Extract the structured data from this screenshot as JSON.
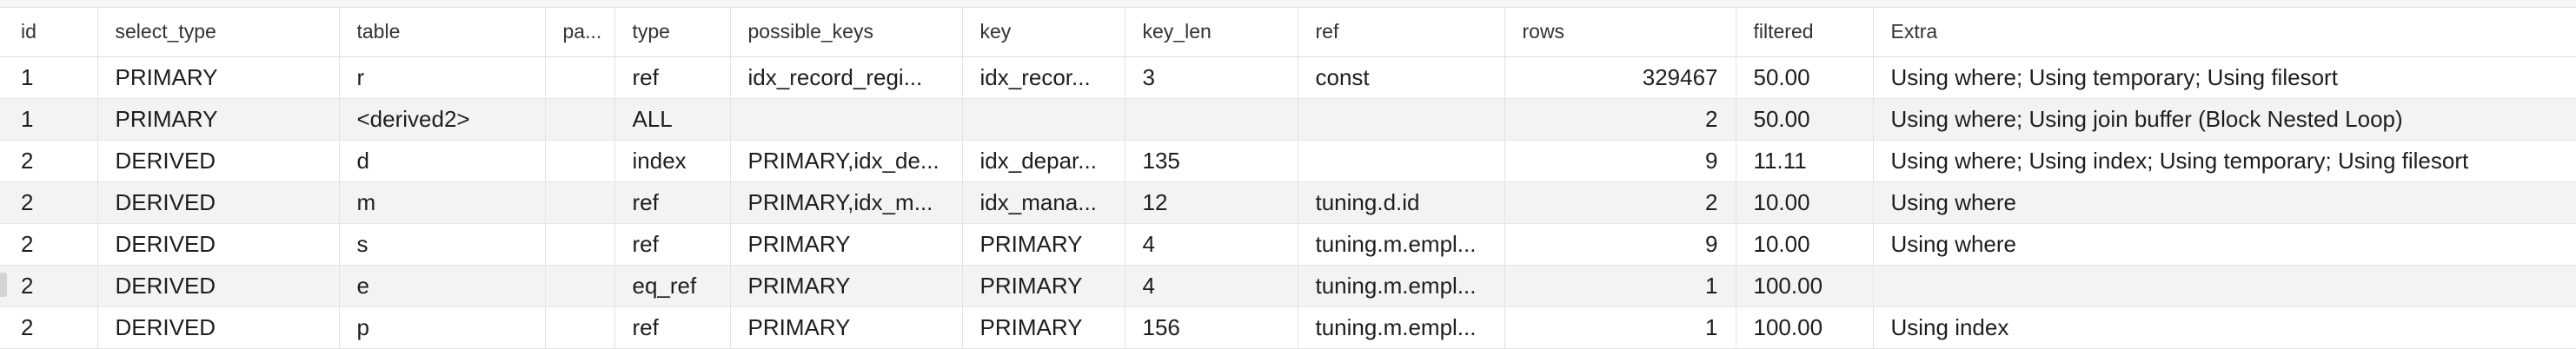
{
  "columns": [
    "id",
    "select_type",
    "table",
    "pa...",
    "type",
    "possible_keys",
    "key",
    "key_len",
    "ref",
    "rows",
    "filtered",
    "Extra"
  ],
  "rows": [
    [
      "1",
      "PRIMARY",
      "r",
      "",
      "ref",
      "idx_record_regi...",
      "idx_recor...",
      "3",
      "const",
      "329467",
      "50.00",
      "Using where; Using temporary; Using filesort"
    ],
    [
      "1",
      "PRIMARY",
      "<derived2>",
      "",
      "ALL",
      "",
      "",
      "",
      "",
      "2",
      "50.00",
      "Using where; Using join buffer (Block Nested Loop)"
    ],
    [
      "2",
      "DERIVED",
      "d",
      "",
      "index",
      "PRIMARY,idx_de...",
      "idx_depar...",
      "135",
      "",
      "9",
      "11.11",
      "Using where; Using index; Using temporary; Using filesort"
    ],
    [
      "2",
      "DERIVED",
      "m",
      "",
      "ref",
      "PRIMARY,idx_m...",
      "idx_mana...",
      "12",
      "tuning.d.id",
      "2",
      "10.00",
      "Using where"
    ],
    [
      "2",
      "DERIVED",
      "s",
      "",
      "ref",
      "PRIMARY",
      "PRIMARY",
      "4",
      "tuning.m.empl...",
      "9",
      "10.00",
      "Using where"
    ],
    [
      "2",
      "DERIVED",
      "e",
      "",
      "eq_ref",
      "PRIMARY",
      "PRIMARY",
      "4",
      "tuning.m.empl...",
      "1",
      "100.00",
      ""
    ],
    [
      "2",
      "DERIVED",
      "p",
      "",
      "ref",
      "PRIMARY",
      "PRIMARY",
      "156",
      "tuning.m.empl...",
      "1",
      "100.00",
      "Using index"
    ]
  ]
}
